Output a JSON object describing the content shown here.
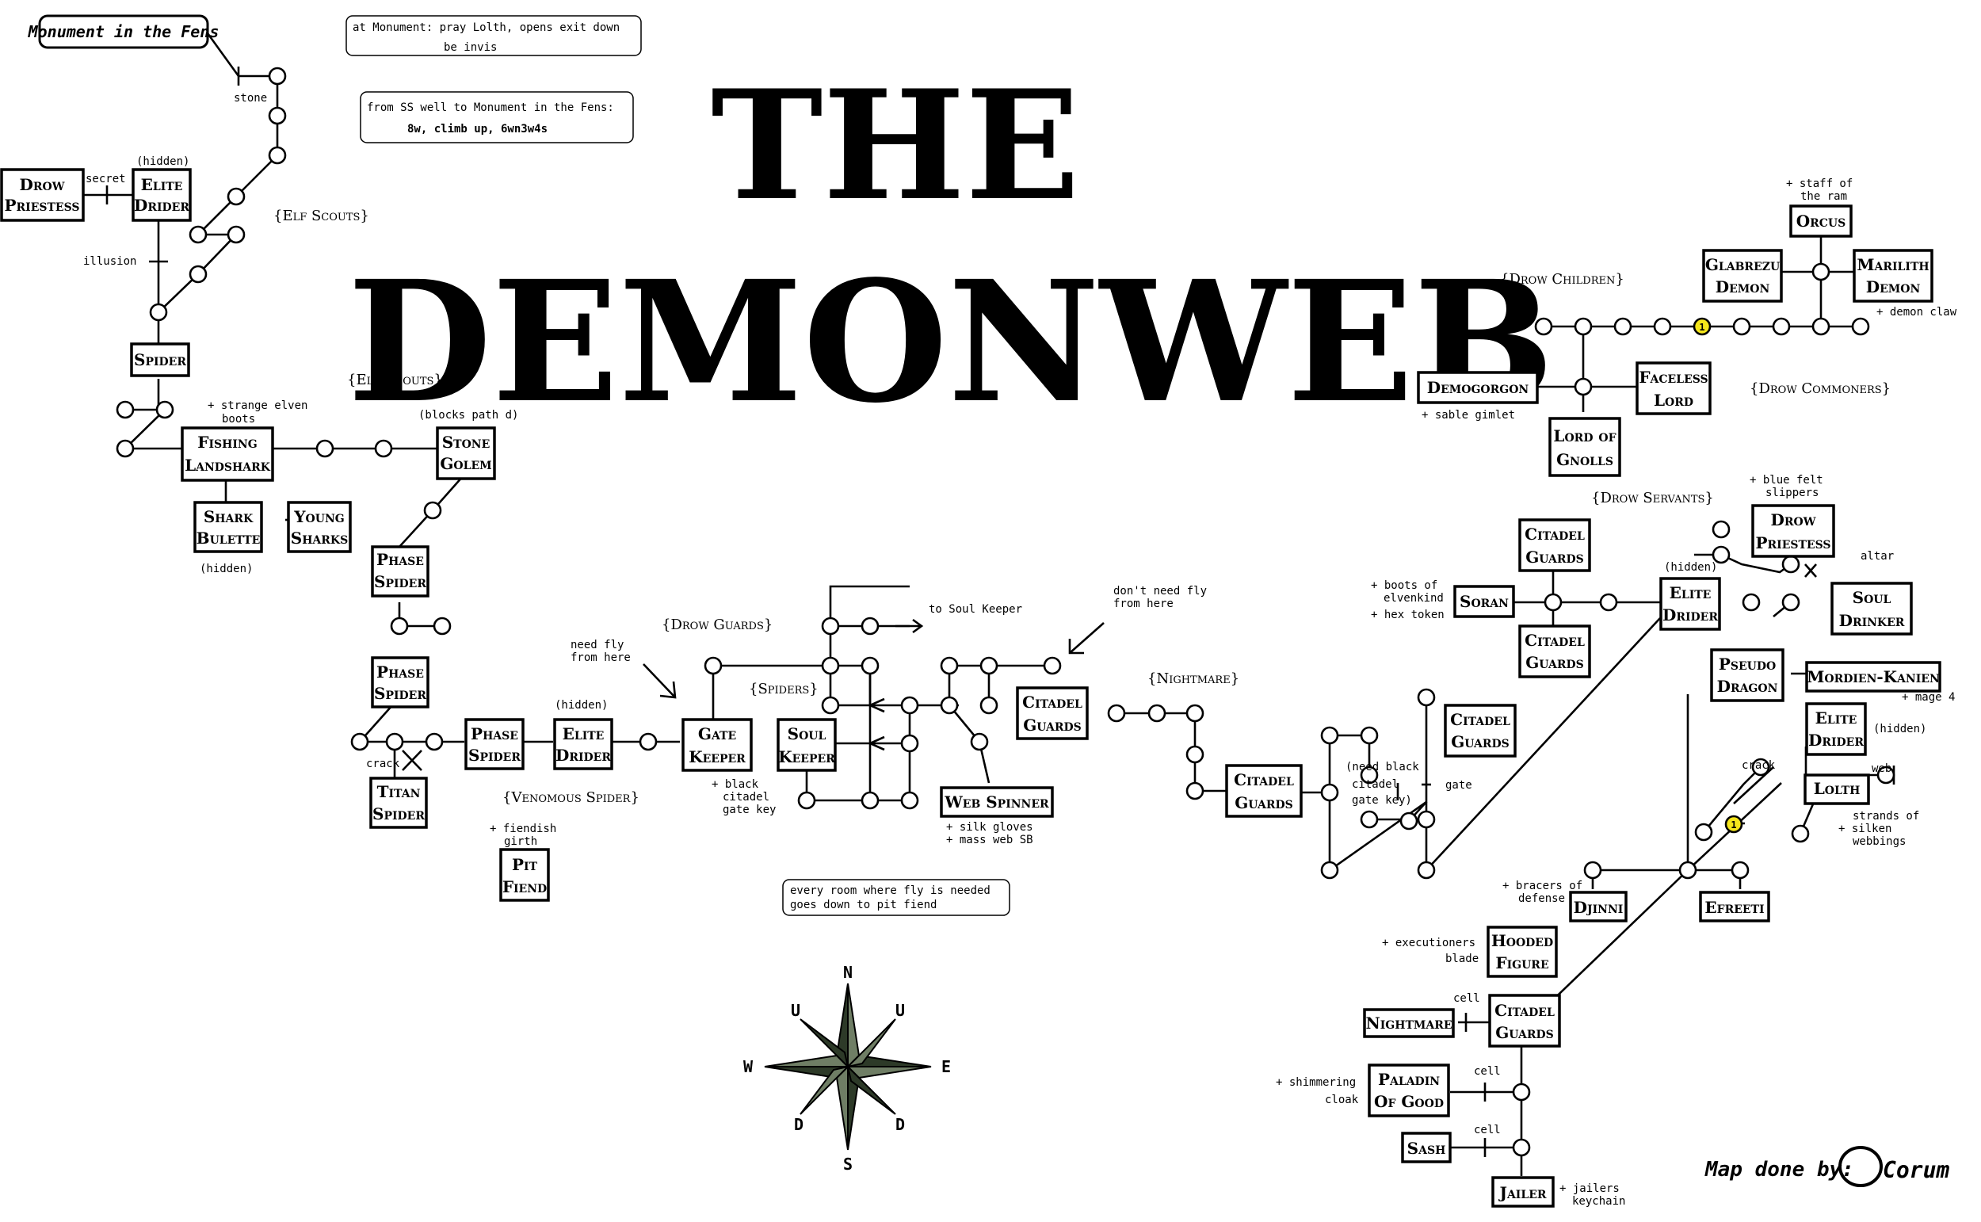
{
  "map": {
    "title_line1": "THE",
    "title_line2": "DEMONWEB",
    "credit": "Map done by:",
    "signature": "Corum",
    "start_label": "Monument in the Fens",
    "compass": {
      "n": "N",
      "s": "S",
      "e": "E",
      "w": "W",
      "nw": "U",
      "ne": "U",
      "sw": "D",
      "se": "D"
    },
    "info_boxes": [
      {
        "line1": "at Monument: pray Lolth, opens exit down",
        "line2": "be invis"
      },
      {
        "line1": "from SS well to Monument in the Fens:",
        "line2": "8w, climb up, 6wn3w4s"
      },
      {
        "line1": "every room where fly is needed",
        "line2": "goes down to pit fiend"
      }
    ],
    "zones": [
      "{Elf Scouts}",
      "{Elf Scouts}",
      "{Drow Guards}",
      "{Spiders}",
      "{Venomous Spider}",
      "{Nightmare}",
      "{Drow Children}",
      "{Drow Commoners}",
      "{Drow Servants}"
    ],
    "rooms": {
      "drow_priestess_1": [
        "Drow",
        "Priestess"
      ],
      "elite_drider_1": [
        "Elite",
        "Drider"
      ],
      "spider": [
        "Spider"
      ],
      "fishing_landshark": [
        "Fishing",
        "Landshark"
      ],
      "shark_bulette": [
        "Shark",
        "Bulette"
      ],
      "young_sharks": [
        "Young",
        "Sharks"
      ],
      "stone_golem": [
        "Stone",
        "Golem"
      ],
      "phase_spider_1": [
        "Phase",
        "Spider"
      ],
      "phase_spider_2": [
        "Phase",
        "Spider"
      ],
      "phase_spider_3": [
        "Phase",
        "Spider"
      ],
      "titan_spider": [
        "Titan",
        "Spider"
      ],
      "elite_drider_2": [
        "Elite",
        "Drider"
      ],
      "gate_keeper": [
        "Gate",
        "Keeper"
      ],
      "soul_keeper": [
        "Soul",
        "Keeper"
      ],
      "web_spinner": [
        "Web Spinner"
      ],
      "citadel_guards_1": [
        "Citadel",
        "Guards"
      ],
      "pit_fiend": [
        "Pit",
        "Fiend"
      ],
      "citadel_guards_2": [
        "Citadel",
        "Guards"
      ],
      "citadel_guards_3": [
        "Citadel",
        "Guards"
      ],
      "citadel_guards_4": [
        "Citadel",
        "Guards"
      ],
      "citadel_guards_5": [
        "Citadel",
        "Guards"
      ],
      "soran": [
        "Soran"
      ],
      "elite_drider_3": [
        "Elite",
        "Drider"
      ],
      "drow_priestess_2": [
        "Drow",
        "Priestess"
      ],
      "soul_drinker": [
        "Soul",
        "Drinker"
      ],
      "pseudo_dragon": [
        "Pseudo",
        "Dragon"
      ],
      "mordien_kanien": [
        "Mordien-Kanien"
      ],
      "elite_drider_4": [
        "Elite",
        "Drider"
      ],
      "lolth": [
        "Lolth"
      ],
      "djinni": [
        "Djinni"
      ],
      "efreeti": [
        "Efreeti"
      ],
      "hooded_figure": [
        "Hooded",
        "Figure"
      ],
      "citadel_guards_6": [
        "Citadel",
        "Guards"
      ],
      "nightmare": [
        "Nightmare"
      ],
      "paladin_of_good": [
        "Paladin",
        "Of Good"
      ],
      "sash": [
        "Sash"
      ],
      "jailer": [
        "Jailer"
      ],
      "orcus": [
        "Orcus"
      ],
      "glabrezu_demon": [
        "Glabrezu",
        "Demon"
      ],
      "marilith_demon": [
        "Marilith",
        "Demon"
      ],
      "demogorgon": [
        "Demogorgon"
      ],
      "faceless_lord": [
        "Faceless",
        "Lord"
      ],
      "lord_of_gnolls": [
        "Lord of",
        "Gnolls"
      ]
    },
    "notes": {
      "stone": "stone",
      "hidden_1": "(hidden)",
      "secret": "secret",
      "illusion": "illusion",
      "strange_boots_1": "+ strange elven",
      "strange_boots_2": "boots",
      "blocks_path": "(blocks path d)",
      "hidden_2": "(hidden)",
      "crack_1": "crack",
      "hidden_3": "(hidden)",
      "need_fly_1": "need fly",
      "need_fly_2": "from here",
      "to_soul_keeper": "to Soul Keeper",
      "dont_need_fly_1": "don't need fly",
      "dont_need_fly_2": "from here",
      "black_key_1": "+ black",
      "black_key_2": "citadel",
      "black_key_3": "gate key",
      "fiendish_1": "+ fiendish",
      "fiendish_2": "girth",
      "silk_gloves": "+ silk gloves",
      "mass_web": "+ mass web SB",
      "need_black_1": "(need black",
      "need_black_2": "citadel",
      "need_black_3": "gate key)",
      "gate": "gate",
      "boots_elvenkind_1": "+ boots of",
      "boots_elvenkind_2": "elvenkind",
      "hex_token": "+ hex token",
      "hidden_4": "(hidden)",
      "blue_felt_1": "+ blue felt",
      "blue_felt_2": "slippers",
      "altar": "altar",
      "mage4": "+ mage 4",
      "hidden_5": "(hidden)",
      "crack_2": "crack",
      "web": "web",
      "strands_1": "strands of",
      "strands_2": "+ silken",
      "strands_3": "webbings",
      "bracers_1": "+ bracers of",
      "bracers_2": "defense",
      "exec_1": "+ executioners",
      "exec_2": "blade",
      "cell_1": "cell",
      "cell_2": "cell",
      "cell_3": "cell",
      "shimmer_1": "+ shimmering",
      "shimmer_2": "cloak",
      "jailers_1": "+ jailers",
      "jailers_2": "keychain",
      "staff_1": "+ staff of",
      "staff_2": "the ram",
      "demon_claw": "+ demon claw",
      "sable": "+ sable gimlet",
      "marker_1": "1",
      "marker_2": "1"
    }
  }
}
